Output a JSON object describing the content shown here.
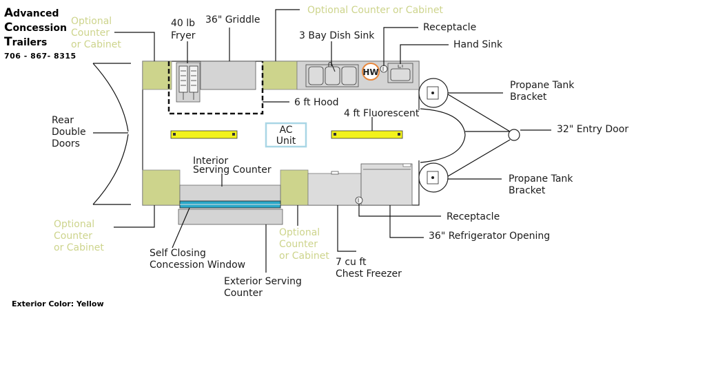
{
  "brand": {
    "line1_initial": "A",
    "line1_rest": "dvanced",
    "line2_initial": "C",
    "line2_rest": "oncession",
    "line3_initial": "T",
    "line3_rest": "railers",
    "phone": "706 - 867- 8315"
  },
  "labels": {
    "optional_top_left": [
      "Optional",
      "Counter",
      "or Cabinet"
    ],
    "fryer": [
      "40 lb",
      "Fryer"
    ],
    "griddle": "36\" Griddle",
    "optional_top_right": "Optional Counter or Cabinet",
    "dish_sink": "3 Bay Dish Sink",
    "receptacle_top": "Receptacle",
    "hand_sink": "Hand Sink",
    "hot_water": "HW",
    "hood": "6 ft Hood",
    "propane_top": [
      "Propane Tank",
      "Bracket"
    ],
    "entry_door": "32\" Entry Door",
    "rear_doors": [
      "Rear",
      "Double",
      "Doors"
    ],
    "fluorescent": "4 ft Fluorescent",
    "ac_unit": [
      "AC",
      "Unit"
    ],
    "interior_counter": [
      "Interior",
      "Serving Counter"
    ],
    "propane_bottom": [
      "Propane Tank",
      "Bracket"
    ],
    "receptacle_bottom": "Receptacle",
    "fridge_opening": "36\" Refrigerator Opening",
    "optional_bottom_left": [
      "Optional",
      "Counter",
      "or Cabinet"
    ],
    "optional_bottom_mid": [
      "Optional",
      "Counter",
      "or Cabinet"
    ],
    "window": [
      "Self Closing",
      "Concession Window"
    ],
    "freezer": [
      "7 cu ft",
      "Chest Freezer"
    ],
    "exterior_counter": [
      "Exterior Serving",
      "Counter"
    ],
    "exterior_color": "Exterior Color: Yellow"
  },
  "colors": {
    "optional_cabinet": "#cdd48c",
    "light_fixture": "#f2f21c",
    "steel": "#d4d4d4",
    "window_glass": "#2aa8c8",
    "ac_border": "#a9d6e5",
    "hw_ring": "#e8863a",
    "optional_text": "#cdd48c"
  },
  "icons": [
    "outlet-icon",
    "faucet-icon",
    "hot-water-heater-icon",
    "door-swing-icon"
  ]
}
